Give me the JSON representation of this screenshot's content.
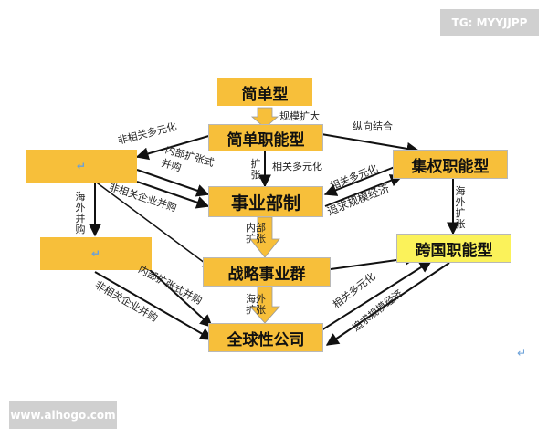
{
  "watermark_top": "TG: MYYJJPP",
  "watermark_bottom": "www.aihogo.com",
  "return_mark": "↵",
  "boxes": {
    "simple": "简单型",
    "simple_functional": "简单职能型",
    "centralized_functional": "集权职能型",
    "division": "事业部制",
    "strategic_group": "战略事业群",
    "transnational_functional": "跨国职能型",
    "global_company": "全球性公司"
  },
  "labels": {
    "scale_expansion": "规模扩大",
    "unrelated_diversification_1": "非相关多元化",
    "vertical_integration": "纵向结合",
    "internal_expansion_merger": "内部扩张式并购",
    "expand_1": "扩张",
    "related_diversification_1": "相关多元化",
    "related_diversification_2": "相关多元化",
    "pursue_scale_economy_1": "追求规模经济",
    "overseas_merger": "海外并购",
    "unrelated_enterprise_merger_1": "非相关企业并购",
    "overseas_expansion_right": "海外扩张",
    "internal_expand": "内部扩张",
    "internal_expansion_merger_2": "内部扩张式并购",
    "unrelated_enterprise_merger_2": "非相关企业并购",
    "overseas_expand_2": "海外扩张",
    "related_diversification_3": "相关多元化",
    "pursue_scale_economy_2": "追求规模经济"
  }
}
